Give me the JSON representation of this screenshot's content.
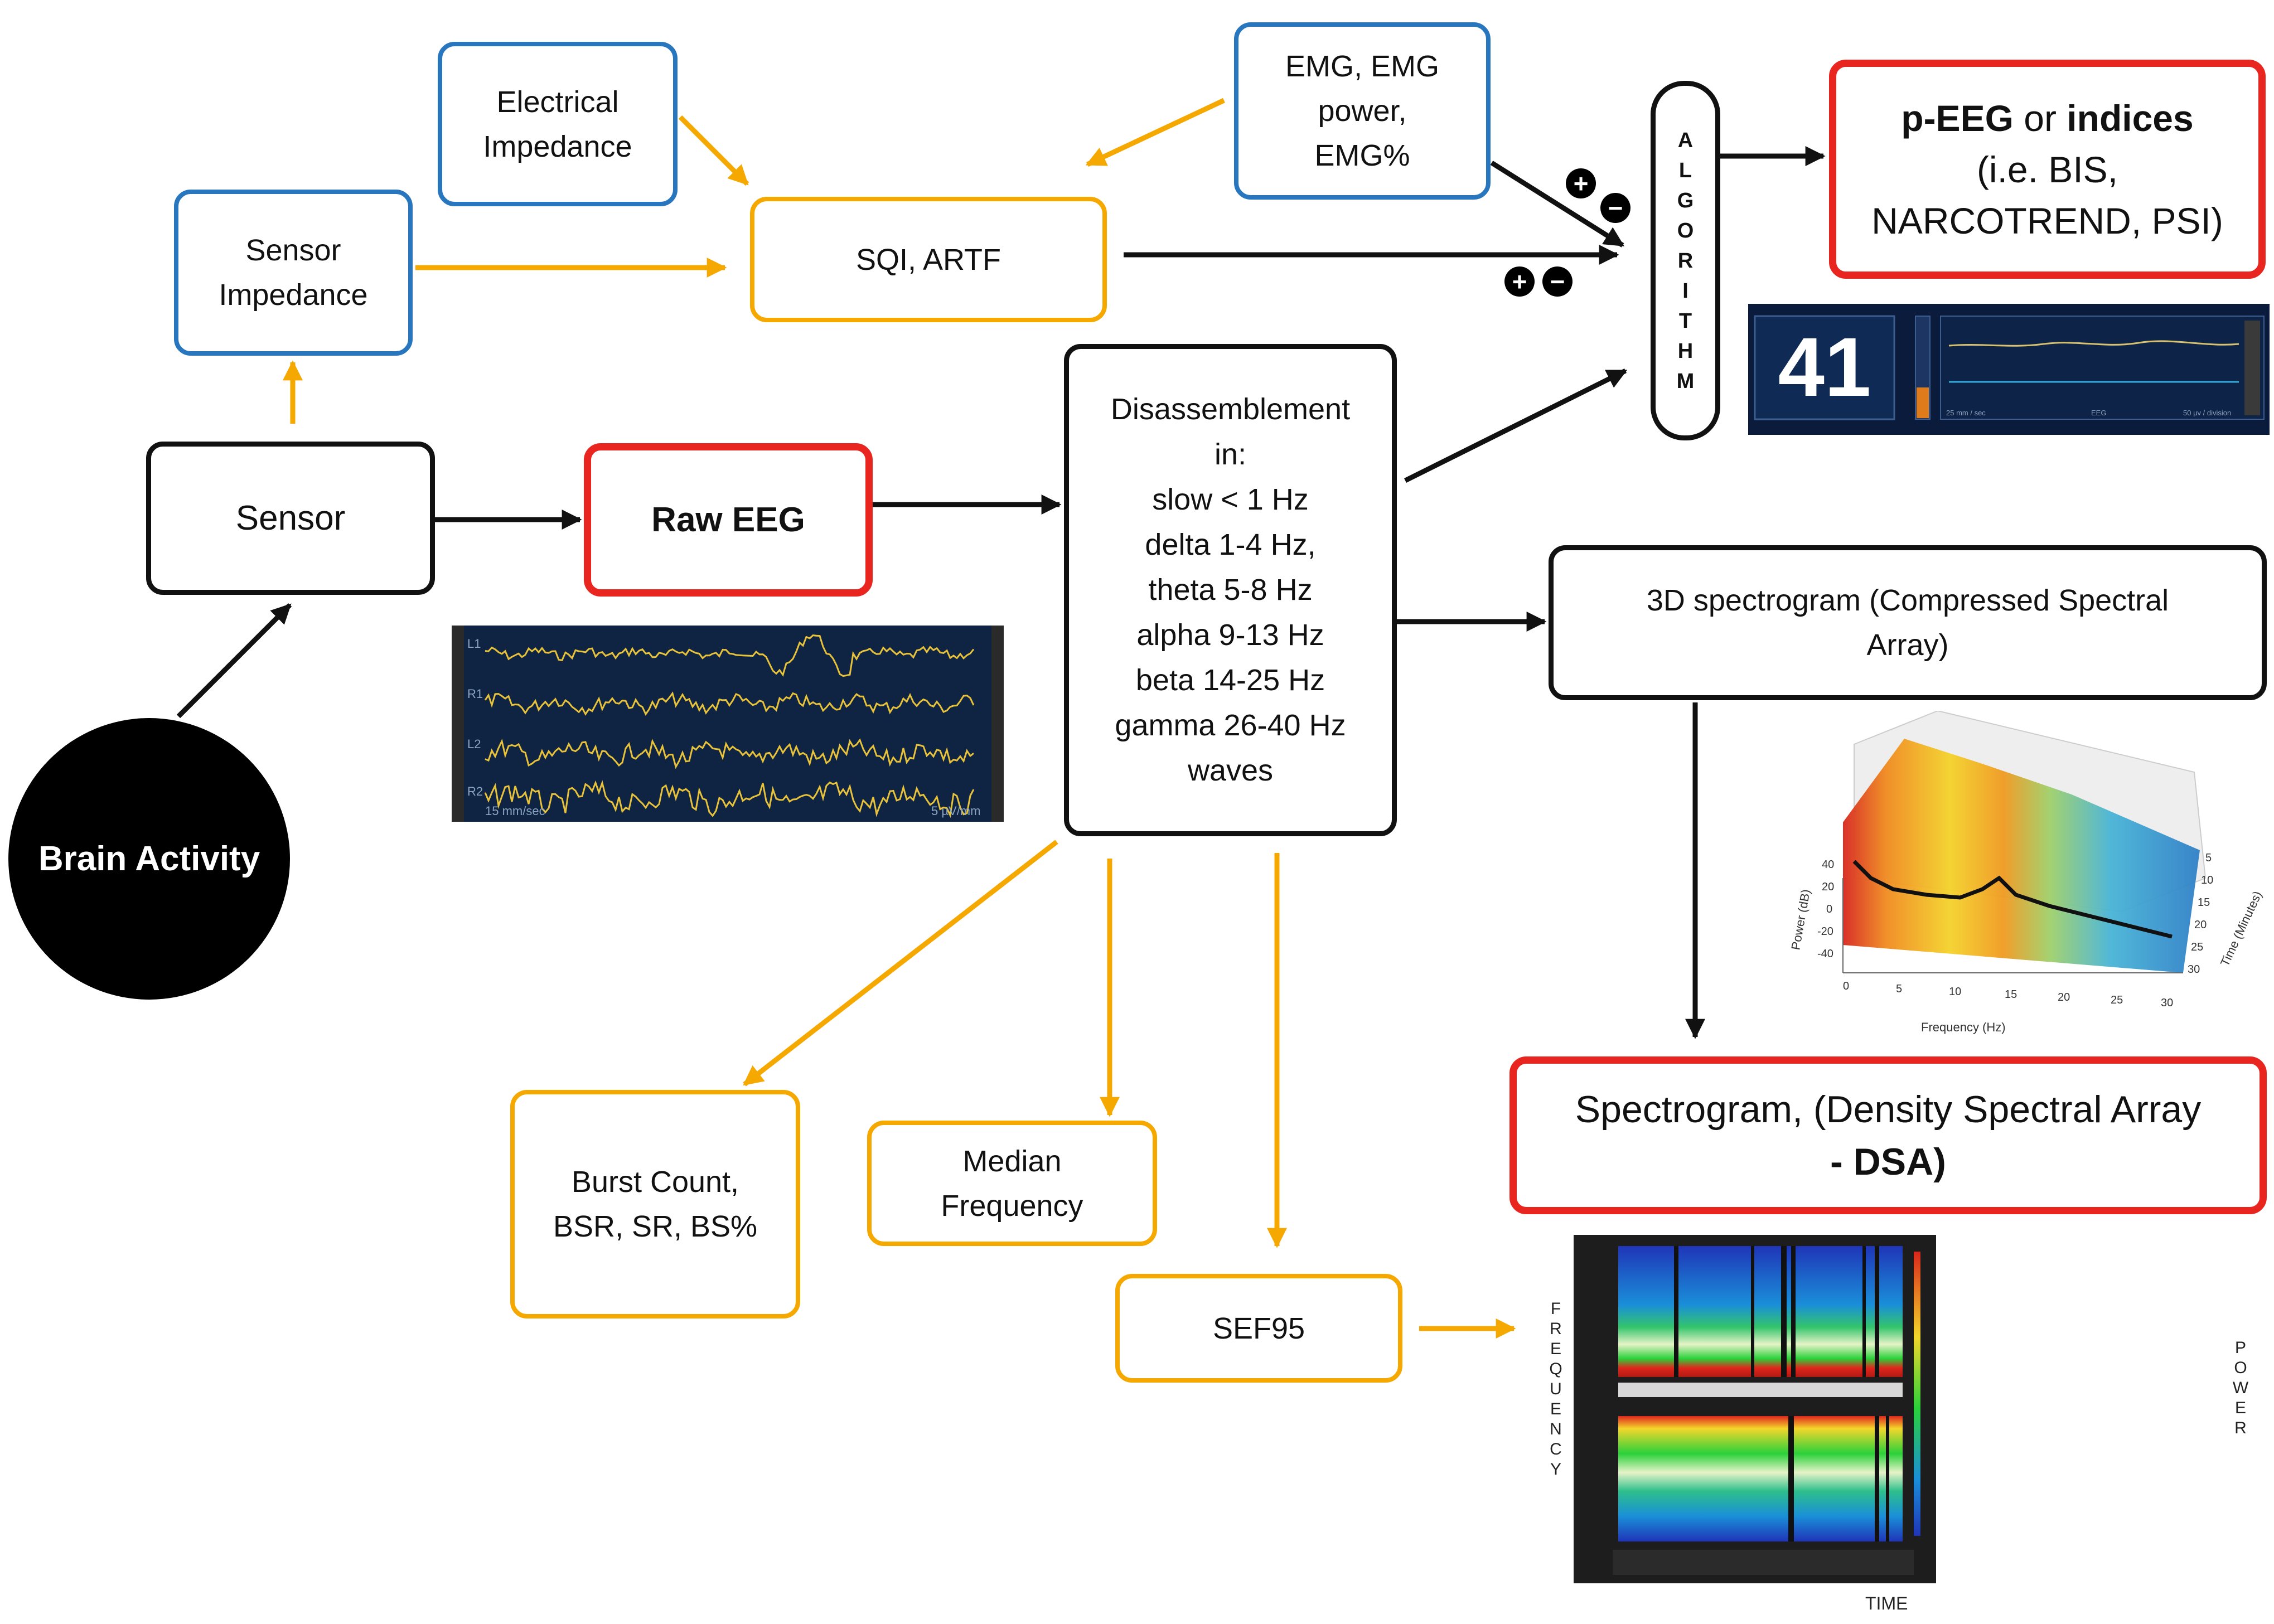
{
  "nodes": {
    "electrical_impedance": "Electrical\nImpedance",
    "sensor_impedance": "Sensor\nImpedance",
    "emg": "EMG, EMG\npower,\nEMG%",
    "sqi_artf": "SQI, ARTF",
    "sensor": "Sensor",
    "raw_eeg": "Raw EEG",
    "brain_activity": "Brain Activity",
    "disassemblement": "Disassemblement\nin:\nslow < 1 Hz\ndelta 1-4 Hz,\ntheta 5-8 Hz\nalpha 9-13 Hz\nbeta 14-25 Hz\ngamma 26-40 Hz\nwaves",
    "peeg_bold_1": "p-EEG",
    "peeg_or": " or ",
    "peeg_bold_2": "indices",
    "peeg_rest": "(i.e. BIS,\nNARCOTREND, PSI)",
    "spectrogram_3d": "3D spectrogram (Compressed Spectral\nArray)",
    "dsa_line1": "Spectrogram, (Density Spectral Array",
    "dsa_line2": "- DSA)",
    "burst_count": "Burst Count,\nBSR, SR, BS%",
    "median_frequency": "Median\nFrequency",
    "sef95": "SEF95"
  },
  "algorithm_letters": [
    "A",
    "L",
    "G",
    "O",
    "R",
    "I",
    "T",
    "H",
    "M"
  ],
  "signs": {
    "plus": "+",
    "minus": "−"
  },
  "bis_monitor": {
    "index_value": "41",
    "left_caption": "25 mm / sec",
    "mid_caption": "EEG",
    "right_caption": "50 µv / division"
  },
  "raw_eeg_image": {
    "channels": [
      "L1",
      "R1",
      "L2",
      "R2"
    ],
    "left_caption": "15 mm/sec",
    "right_caption": "5 µV/mm"
  },
  "csa_image": {
    "ylabel": "Power (dB)",
    "xlabel": "Frequency (Hz)",
    "zlabel": "Time (Minutes)",
    "y_ticks": [
      "40",
      "20",
      "0",
      "-20",
      "-40"
    ],
    "x_ticks": [
      "0",
      "5",
      "10",
      "15",
      "20",
      "25",
      "30"
    ],
    "z_ticks": [
      "5",
      "10",
      "15",
      "20",
      "25",
      "30"
    ]
  },
  "dsa_image": {
    "frequency_letters": [
      "F",
      "R",
      "E",
      "Q",
      "U",
      "E",
      "N",
      "C",
      "Y"
    ],
    "power_letters": [
      "P",
      "O",
      "W",
      "E",
      "R"
    ],
    "time_label": "TIME"
  },
  "colors": {
    "blue": "#2776be",
    "red": "#e8251f",
    "orange": "#f5a800",
    "black": "#111111"
  }
}
